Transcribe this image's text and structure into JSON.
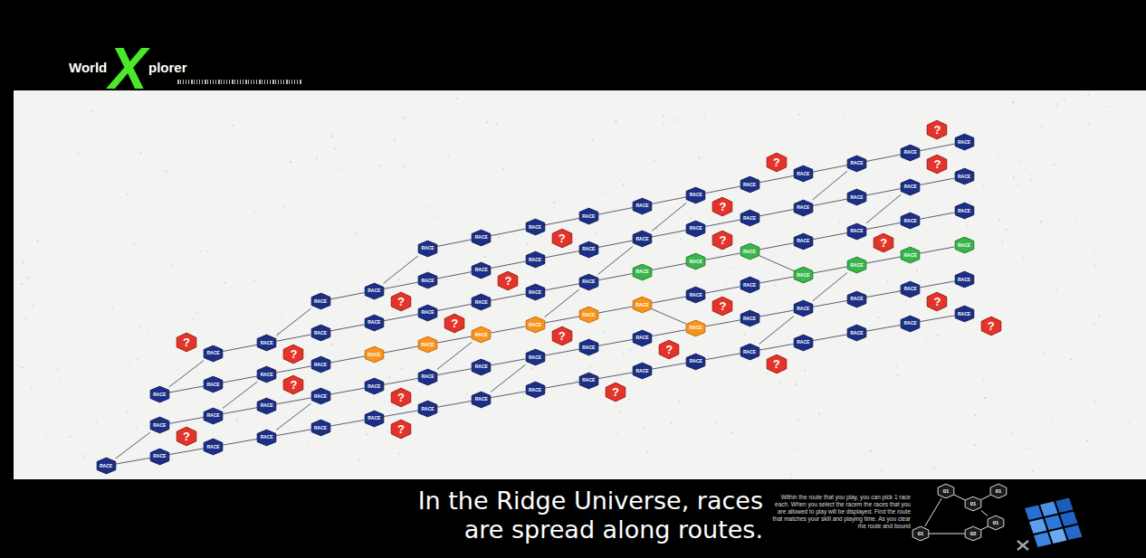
{
  "diagram": {
    "caption": "In the Ridge Universe, races are spread along routes.",
    "nodes": [
      {
        "text": [
          "RACE"
        ]
      },
      {
        "text": [
          "RACE"
        ]
      },
      {
        "text": [
          "RACE"
        ]
      },
      {
        "text": [
          "RACE"
        ]
      },
      {
        "text": [
          "RACE"
        ]
      },
      {
        "text": [
          "RACE"
        ]
      },
      {
        "text": [
          "RACE"
        ]
      },
      {
        "text": [
          "RACE"
        ]
      },
      {
        "text": [
          "RACE"
        ]
      },
      {
        "text": [
          "RACE"
        ]
      },
      {
        "text": [
          "RACE"
        ]
      },
      {
        "text": [
          "RACE"
        ]
      },
      {
        "text": [
          "RACE"
        ]
      },
      {
        "text": [
          "RACE"
        ]
      },
      {
        "text": [
          "RACE"
        ]
      },
      {
        "text": [
          "RACE"
        ]
      },
      {
        "text": [
          "RACE"
        ]
      },
      {
        "text": [
          "RACE"
        ]
      },
      {
        "text": [
          "RACE"
        ]
      },
      {
        "text": [
          "RACE"
        ]
      },
      {
        "text": [
          "RACE"
        ]
      },
      {
        "text": [
          "RACE"
        ]
      },
      {
        "text": [
          "RACE"
        ]
      },
      {
        "text": [
          "RACE"
        ]
      },
      {
        "text": [
          "RACE"
        ]
      },
      {
        "text": [
          "RACE"
        ]
      },
      {
        "text": [
          "RACE"
        ]
      },
      {
        "text": [
          "RACE"
        ]
      },
      {
        "text": [
          "RACE"
        ]
      },
      {
        "text": [
          "RACE"
        ]
      },
      {
        "text": [
          "RACE"
        ]
      },
      {
        "text": [
          "RACE"
        ]
      },
      {
        "text": [
          "RACE"
        ]
      },
      {
        "text": [
          "RACE"
        ]
      },
      {
        "text": [
          "RACE"
        ]
      },
      {
        "text": [
          "RACE"
        ]
      },
      {
        "text": [
          "RACE"
        ]
      },
      {
        "text": [
          "RACE"
        ]
      },
      {
        "text": [
          "RACE"
        ]
      },
      {
        "text": [
          "RACE"
        ]
      },
      {
        "text": [
          "RACE"
        ]
      },
      {
        "text": [
          "RACE"
        ]
      },
      {
        "text": [
          "RACE"
        ]
      },
      {
        "text": [
          "RACE"
        ]
      },
      {
        "text": [
          "RACE"
        ]
      },
      {
        "text": [
          "RACE"
        ]
      },
      {
        "text": [
          "RACE"
        ]
      },
      {
        "text": [
          "RACE"
        ]
      },
      {
        "text": [
          "RACE"
        ]
      },
      {
        "text": [
          "RACE"
        ]
      },
      {
        "text": [
          "RACE"
        ]
      },
      {
        "text": [
          "RACE"
        ]
      },
      {
        "text": [
          "RACE"
        ]
      },
      {
        "text": [
          "RACE"
        ]
      },
      {
        "text": [
          "RACE"
        ]
      },
      {
        "text": [
          "RACE"
        ]
      },
      {
        "text": [
          "RACE"
        ]
      },
      {
        "text": [
          "RACE"
        ]
      },
      {
        "text": [
          "RACE"
        ]
      },
      {
        "text": [
          "RACE"
        ]
      },
      {
        "text": [
          "RACE"
        ]
      },
      {
        "text": [
          "RACE"
        ]
      },
      {
        "text": [
          "RACE"
        ]
      },
      {
        "text": [
          "RACE"
        ]
      },
      {
        "text": [
          "RACE"
        ]
      },
      {
        "text": [
          "RACE"
        ]
      },
      {
        "text": [
          "RACE"
        ]
      },
      {
        "text": [
          "RACE"
        ]
      },
      {
        "text": [
          "RACE"
        ]
      },
      {
        "text": [
          "RACE"
        ]
      },
      {
        "text": [
          "RACE"
        ]
      },
      {
        "text": [
          "RACE"
        ]
      },
      {
        "text": [
          "RACE"
        ]
      },
      {
        "text": [
          "RACE"
        ]
      },
      {
        "text": [
          "RACE"
        ]
      },
      {
        "text": [
          "RACE"
        ]
      },
      {
        "text": [
          "RACE"
        ]
      },
      {
        "text": [
          "RACE"
        ]
      },
      {
        "text": [
          "RACE"
        ]
      },
      {
        "text": [
          "RACE"
        ]
      },
      {
        "text": [
          "RACE"
        ]
      },
      {
        "text": [
          "RACE"
        ]
      },
      {
        "text": [
          "RACE"
        ]
      },
      {
        "text": [
          "RACE"
        ]
      },
      {
        "text": [
          "RACE"
        ]
      },
      {
        "text": [
          "RACE"
        ]
      },
      {
        "text": [
          "RACE"
        ]
      },
      {
        "text": [
          "RACE"
        ]
      },
      {
        "text": [
          "?"
        ]
      },
      {
        "text": [
          "?"
        ]
      },
      {
        "text": [
          "?"
        ]
      },
      {
        "text": [
          "?"
        ]
      },
      {
        "text": [
          "?"
        ]
      },
      {
        "text": [
          "?"
        ]
      },
      {
        "text": [
          "?"
        ]
      },
      {
        "text": [
          "?"
        ]
      },
      {
        "text": [
          "?"
        ]
      },
      {
        "text": [
          "?"
        ]
      },
      {
        "text": [
          "?"
        ]
      },
      {
        "text": [
          "?"
        ]
      },
      {
        "text": [
          "?"
        ]
      },
      {
        "text": [
          "?"
        ]
      },
      {
        "text": [
          "?"
        ]
      },
      {
        "text": [
          "?"
        ]
      },
      {
        "text": [
          "?"
        ]
      },
      {
        "text": [
          "?"
        ]
      },
      {
        "text": [
          "?"
        ]
      },
      {
        "text": [
          "?"
        ]
      },
      {
        "text": [
          "?"
        ]
      },
      {
        "text": [
          "?"
        ]
      },
      {
        "text": [
          "?"
        ]
      },
      {
        "text": [
          "01"
        ]
      },
      {
        "text": [
          "01"
        ]
      },
      {
        "text": [
          "01"
        ]
      },
      {
        "text": [
          "01"
        ]
      },
      {
        "text": [
          "01"
        ]
      },
      {
        "text": [
          "02"
        ]
      }
    ],
    "edges": [
      {
        "from": 0,
        "to": 1,
        "arrow": "none"
      },
      {
        "from": 1,
        "to": 2,
        "arrow": "none"
      },
      {
        "from": 2,
        "to": 3,
        "arrow": "none"
      },
      {
        "from": 3,
        "to": 4,
        "arrow": "none"
      },
      {
        "from": 4,
        "to": 5,
        "arrow": "none"
      },
      {
        "from": 5,
        "to": 6,
        "arrow": "none"
      },
      {
        "from": 6,
        "to": 7,
        "arrow": "none"
      },
      {
        "from": 7,
        "to": 8,
        "arrow": "none"
      },
      {
        "from": 8,
        "to": 9,
        "arrow": "none"
      },
      {
        "from": 9,
        "to": 10,
        "arrow": "none"
      },
      {
        "from": 10,
        "to": 11,
        "arrow": "none"
      },
      {
        "from": 11,
        "to": 12,
        "arrow": "none"
      },
      {
        "from": 12,
        "to": 13,
        "arrow": "none"
      },
      {
        "from": 13,
        "to": 14,
        "arrow": "none"
      },
      {
        "from": 14,
        "to": 15,
        "arrow": "none"
      },
      {
        "from": 15,
        "to": 16,
        "arrow": "none"
      },
      {
        "from": 17,
        "to": 18,
        "arrow": "none"
      },
      {
        "from": 18,
        "to": 19,
        "arrow": "none"
      },
      {
        "from": 19,
        "to": 20,
        "arrow": "none"
      },
      {
        "from": 20,
        "to": 21,
        "arrow": "none"
      },
      {
        "from": 21,
        "to": 22,
        "arrow": "none"
      },
      {
        "from": 22,
        "to": 23,
        "arrow": "none"
      },
      {
        "from": 23,
        "to": 24,
        "arrow": "none"
      },
      {
        "from": 24,
        "to": 25,
        "arrow": "none"
      },
      {
        "from": 25,
        "to": 26,
        "arrow": "none"
      },
      {
        "from": 26,
        "to": 27,
        "arrow": "none"
      },
      {
        "from": 27,
        "to": 28,
        "arrow": "none"
      },
      {
        "from": 28,
        "to": 29,
        "arrow": "none"
      },
      {
        "from": 29,
        "to": 30,
        "arrow": "none"
      },
      {
        "from": 30,
        "to": 31,
        "arrow": "none"
      },
      {
        "from": 31,
        "to": 32,
        "arrow": "none"
      },
      {
        "from": 33,
        "to": 34,
        "arrow": "none"
      },
      {
        "from": 34,
        "to": 35,
        "arrow": "none"
      },
      {
        "from": 35,
        "to": 36,
        "arrow": "none"
      },
      {
        "from": 36,
        "to": 37,
        "arrow": "none"
      },
      {
        "from": 37,
        "to": 38,
        "arrow": "none"
      },
      {
        "from": 38,
        "to": 39,
        "arrow": "none"
      },
      {
        "from": 39,
        "to": 40,
        "arrow": "none"
      },
      {
        "from": 40,
        "to": 41,
        "arrow": "none"
      },
      {
        "from": 41,
        "to": 42,
        "arrow": "none"
      },
      {
        "from": 42,
        "to": 43,
        "arrow": "none"
      },
      {
        "from": 43,
        "to": 44,
        "arrow": "none"
      },
      {
        "from": 44,
        "to": 45,
        "arrow": "none"
      },
      {
        "from": 45,
        "to": 46,
        "arrow": "none"
      },
      {
        "from": 46,
        "to": 47,
        "arrow": "none"
      },
      {
        "from": 47,
        "to": 48,
        "arrow": "none"
      },
      {
        "from": 49,
        "to": 50,
        "arrow": "none"
      },
      {
        "from": 50,
        "to": 51,
        "arrow": "none"
      },
      {
        "from": 51,
        "to": 52,
        "arrow": "none"
      },
      {
        "from": 52,
        "to": 53,
        "arrow": "none"
      },
      {
        "from": 53,
        "to": 54,
        "arrow": "none"
      },
      {
        "from": 54,
        "to": 55,
        "arrow": "none"
      },
      {
        "from": 55,
        "to": 56,
        "arrow": "none"
      },
      {
        "from": 56,
        "to": 57,
        "arrow": "none"
      },
      {
        "from": 57,
        "to": 58,
        "arrow": "none"
      },
      {
        "from": 58,
        "to": 59,
        "arrow": "none"
      },
      {
        "from": 59,
        "to": 60,
        "arrow": "none"
      },
      {
        "from": 60,
        "to": 61,
        "arrow": "none"
      },
      {
        "from": 61,
        "to": 62,
        "arrow": "none"
      },
      {
        "from": 62,
        "to": 63,
        "arrow": "none"
      },
      {
        "from": 64,
        "to": 65,
        "arrow": "none"
      },
      {
        "from": 65,
        "to": 66,
        "arrow": "none"
      },
      {
        "from": 66,
        "to": 67,
        "arrow": "none"
      },
      {
        "from": 67,
        "to": 68,
        "arrow": "none"
      },
      {
        "from": 68,
        "to": 69,
        "arrow": "none"
      },
      {
        "from": 69,
        "to": 70,
        "arrow": "none"
      },
      {
        "from": 70,
        "to": 71,
        "arrow": "none"
      },
      {
        "from": 71,
        "to": 72,
        "arrow": "none"
      },
      {
        "from": 72,
        "to": 73,
        "arrow": "none"
      },
      {
        "from": 73,
        "to": 74,
        "arrow": "none"
      },
      {
        "from": 74,
        "to": 75,
        "arrow": "none"
      },
      {
        "from": 75,
        "to": 76,
        "arrow": "none"
      },
      {
        "from": 77,
        "to": 78,
        "arrow": "none"
      },
      {
        "from": 78,
        "to": 79,
        "arrow": "none"
      },
      {
        "from": 79,
        "to": 80,
        "arrow": "none"
      },
      {
        "from": 80,
        "to": 81,
        "arrow": "none"
      },
      {
        "from": 81,
        "to": 82,
        "arrow": "none"
      },
      {
        "from": 82,
        "to": 83,
        "arrow": "none"
      },
      {
        "from": 83,
        "to": 84,
        "arrow": "none"
      },
      {
        "from": 84,
        "to": 85,
        "arrow": "none"
      },
      {
        "from": 85,
        "to": 86,
        "arrow": "none"
      },
      {
        "from": 86,
        "to": 87,
        "arrow": "none"
      },
      {
        "from": 0,
        "to": 17,
        "arrow": "none"
      },
      {
        "from": 3,
        "to": 20,
        "arrow": "none"
      },
      {
        "from": 7,
        "to": 24,
        "arrow": "none"
      },
      {
        "from": 12,
        "to": 29,
        "arrow": "none"
      },
      {
        "from": 18,
        "to": 35,
        "arrow": "none"
      },
      {
        "from": 22,
        "to": 39,
        "arrow": "none"
      },
      {
        "from": 29,
        "to": 46,
        "arrow": "none"
      },
      {
        "from": 33,
        "to": 49,
        "arrow": "none"
      },
      {
        "from": 40,
        "to": 56,
        "arrow": "none"
      },
      {
        "from": 50,
        "to": 64,
        "arrow": "none"
      },
      {
        "from": 56,
        "to": 70,
        "arrow": "none"
      },
      {
        "from": 61,
        "to": 75,
        "arrow": "none"
      },
      {
        "from": 65,
        "to": 77,
        "arrow": "none"
      },
      {
        "from": 70,
        "to": 82,
        "arrow": "none"
      },
      {
        "from": 73,
        "to": 85,
        "arrow": "none"
      },
      {
        "from": 42,
        "to": 27,
        "arrow": "none"
      },
      {
        "from": 59,
        "to": 45,
        "arrow": "none"
      },
      {
        "from": 111,
        "to": 112,
        "arrow": "none"
      },
      {
        "from": 112,
        "to": 113,
        "arrow": "none"
      },
      {
        "from": 112,
        "to": 114,
        "arrow": "none"
      },
      {
        "from": 114,
        "to": 116,
        "arrow": "none"
      },
      {
        "from": 115,
        "to": 111,
        "arrow": "none"
      },
      {
        "from": 115,
        "to": 116,
        "arrow": "none"
      }
    ],
    "labels": [
      "World",
      "X",
      "plorer",
      "Within the  route that you play, you can pick 1 race each. When you select the racem the races that you are allowed to play will be displayed.  Find the route that matches your skill and playing time. As you clear rhe route and bound"
    ]
  }
}
